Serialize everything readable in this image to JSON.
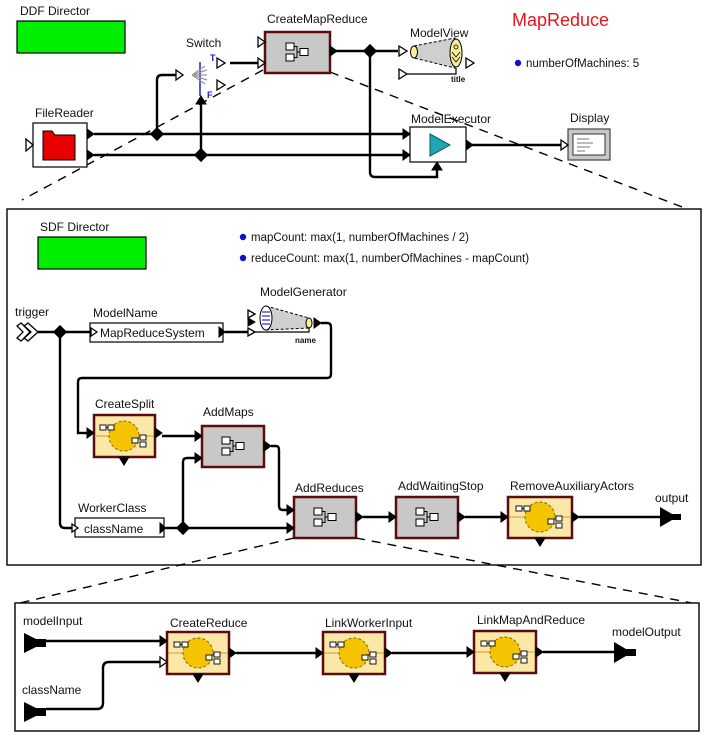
{
  "title": "MapReduce",
  "colors": {
    "title": "#e8141b",
    "director": "#00ee00",
    "composite_fill": "#c8c8c8",
    "composite_border": "#5a0d0d",
    "higher_order_fill": "#fbe7a6",
    "higher_order_circle": "#f5c400",
    "file_reader_icon": "#e80000",
    "executor_icon": "#1fa6b0",
    "param_bullet": "#1010c8",
    "switch_port_labels": "#1a1ae6"
  },
  "top_level": {
    "director": "DDF Director",
    "parameters": [
      {
        "name": "numberOfMachines",
        "value": "5",
        "text": "numberOfMachines: 5"
      }
    ],
    "actors": {
      "file_reader": "FileReader",
      "switch": "Switch",
      "switch_true_port": "T",
      "switch_false_port": "F",
      "create_map_reduce": "CreateMapReduce",
      "model_view": "ModelView",
      "model_view_port": "title",
      "model_executor": "ModelExecutor",
      "display": "Display"
    }
  },
  "create_map_reduce_level": {
    "director": "SDF Director",
    "parameters": [
      {
        "name": "mapCount",
        "text": "mapCount: max(1, numberOfMachines / 2)"
      },
      {
        "name": "reduceCount",
        "text": "reduceCount: max(1, numberOfMachines - mapCount)"
      }
    ],
    "ports": {
      "input": "trigger",
      "output": "output"
    },
    "actors": {
      "model_name": "ModelName",
      "model_name_value": "MapReduceSystem",
      "model_generator": "ModelGenerator",
      "model_generator_port": "name",
      "create_split": "CreateSplit",
      "add_maps": "AddMaps",
      "worker_class": "WorkerClass",
      "worker_class_value": "className",
      "add_reduces": "AddReduces",
      "add_waiting_stop": "AddWaitingStop",
      "remove_auxiliary_actors": "RemoveAuxiliaryActors"
    }
  },
  "add_reduces_level": {
    "ports": {
      "input1": "modelInput",
      "input2": "className",
      "output": "modelOutput"
    },
    "actors": {
      "create_reduce": "CreateReduce",
      "link_worker_input": "LinkWorkerInput",
      "link_map_and_reduce": "LinkMapAndReduce"
    }
  }
}
